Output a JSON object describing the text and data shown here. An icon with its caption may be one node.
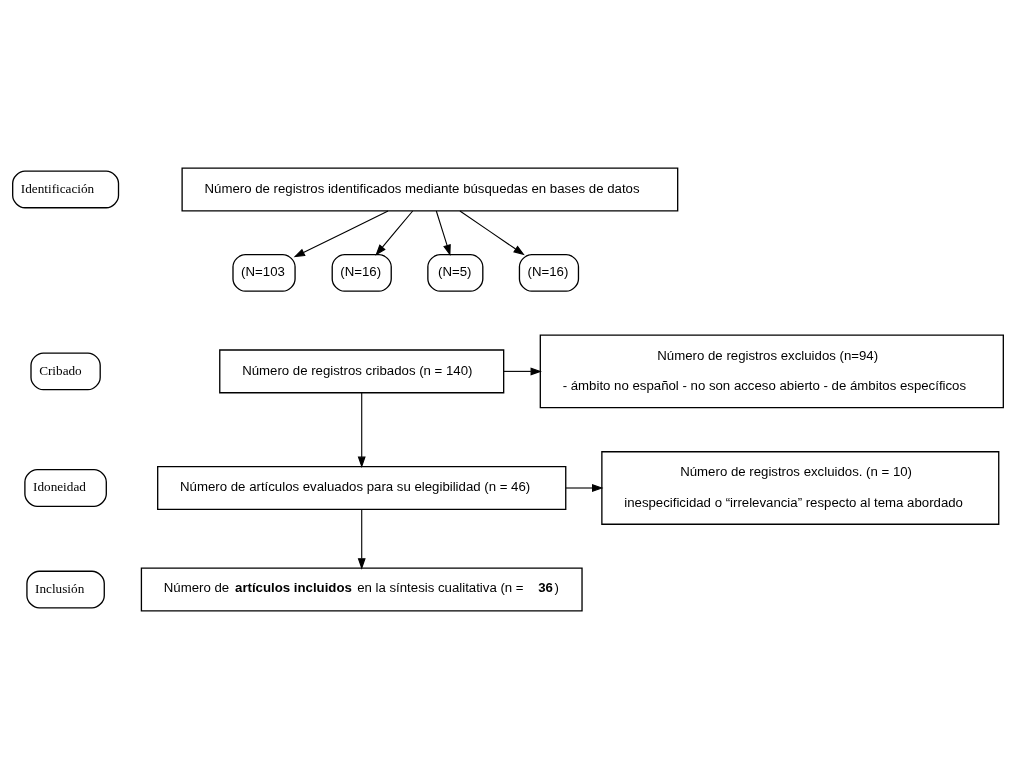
{
  "diagram": {
    "nodes": [
      {
        "text": [
          "Identificación"
        ]
      },
      {
        "text": [
          "Cribado"
        ]
      },
      {
        "text": [
          "Idoneidad"
        ]
      },
      {
        "text": [
          "Inclusión"
        ]
      },
      {
        "text": [
          "Número de registros identificados mediante búsquedas en bases de datos"
        ]
      },
      {
        "text": [
          "(N=103"
        ]
      },
      {
        "text": [
          "(N=16)"
        ]
      },
      {
        "text": [
          "(N=5)"
        ]
      },
      {
        "text": [
          "(N=16)"
        ]
      },
      {
        "text": [
          "Número de registros cribados (n = 140)"
        ]
      },
      {
        "text": [
          "Número de registros excluidos (n=94)",
          "- ámbito no español - no son acceso abierto - de ámbitos específicos"
        ]
      },
      {
        "text": [
          "Número de artículos evaluados para su elegibilidad (n = 46)"
        ]
      },
      {
        "text": [
          "Número de registros excluidos. (n = 10)",
          "inespecificidad o “irrelevancia” respecto al tema abordado"
        ]
      },
      {
        "text": [
          "Número de **artículos incluidos** en la síntesis cualitativa (n = **36**)"
        ]
      }
    ],
    "edges": [
      {
        "from": 4,
        "to": 5,
        "arrow": "to"
      },
      {
        "from": 4,
        "to": 6,
        "arrow": "to"
      },
      {
        "from": 4,
        "to": 7,
        "arrow": "to"
      },
      {
        "from": 4,
        "to": 8,
        "arrow": "to"
      },
      {
        "from": 9,
        "to": 10,
        "arrow": "to"
      },
      {
        "from": 9,
        "to": 11,
        "arrow": "to"
      },
      {
        "from": 11,
        "to": 12,
        "arrow": "to"
      },
      {
        "from": 11,
        "to": 13,
        "arrow": "to"
      }
    ]
  }
}
